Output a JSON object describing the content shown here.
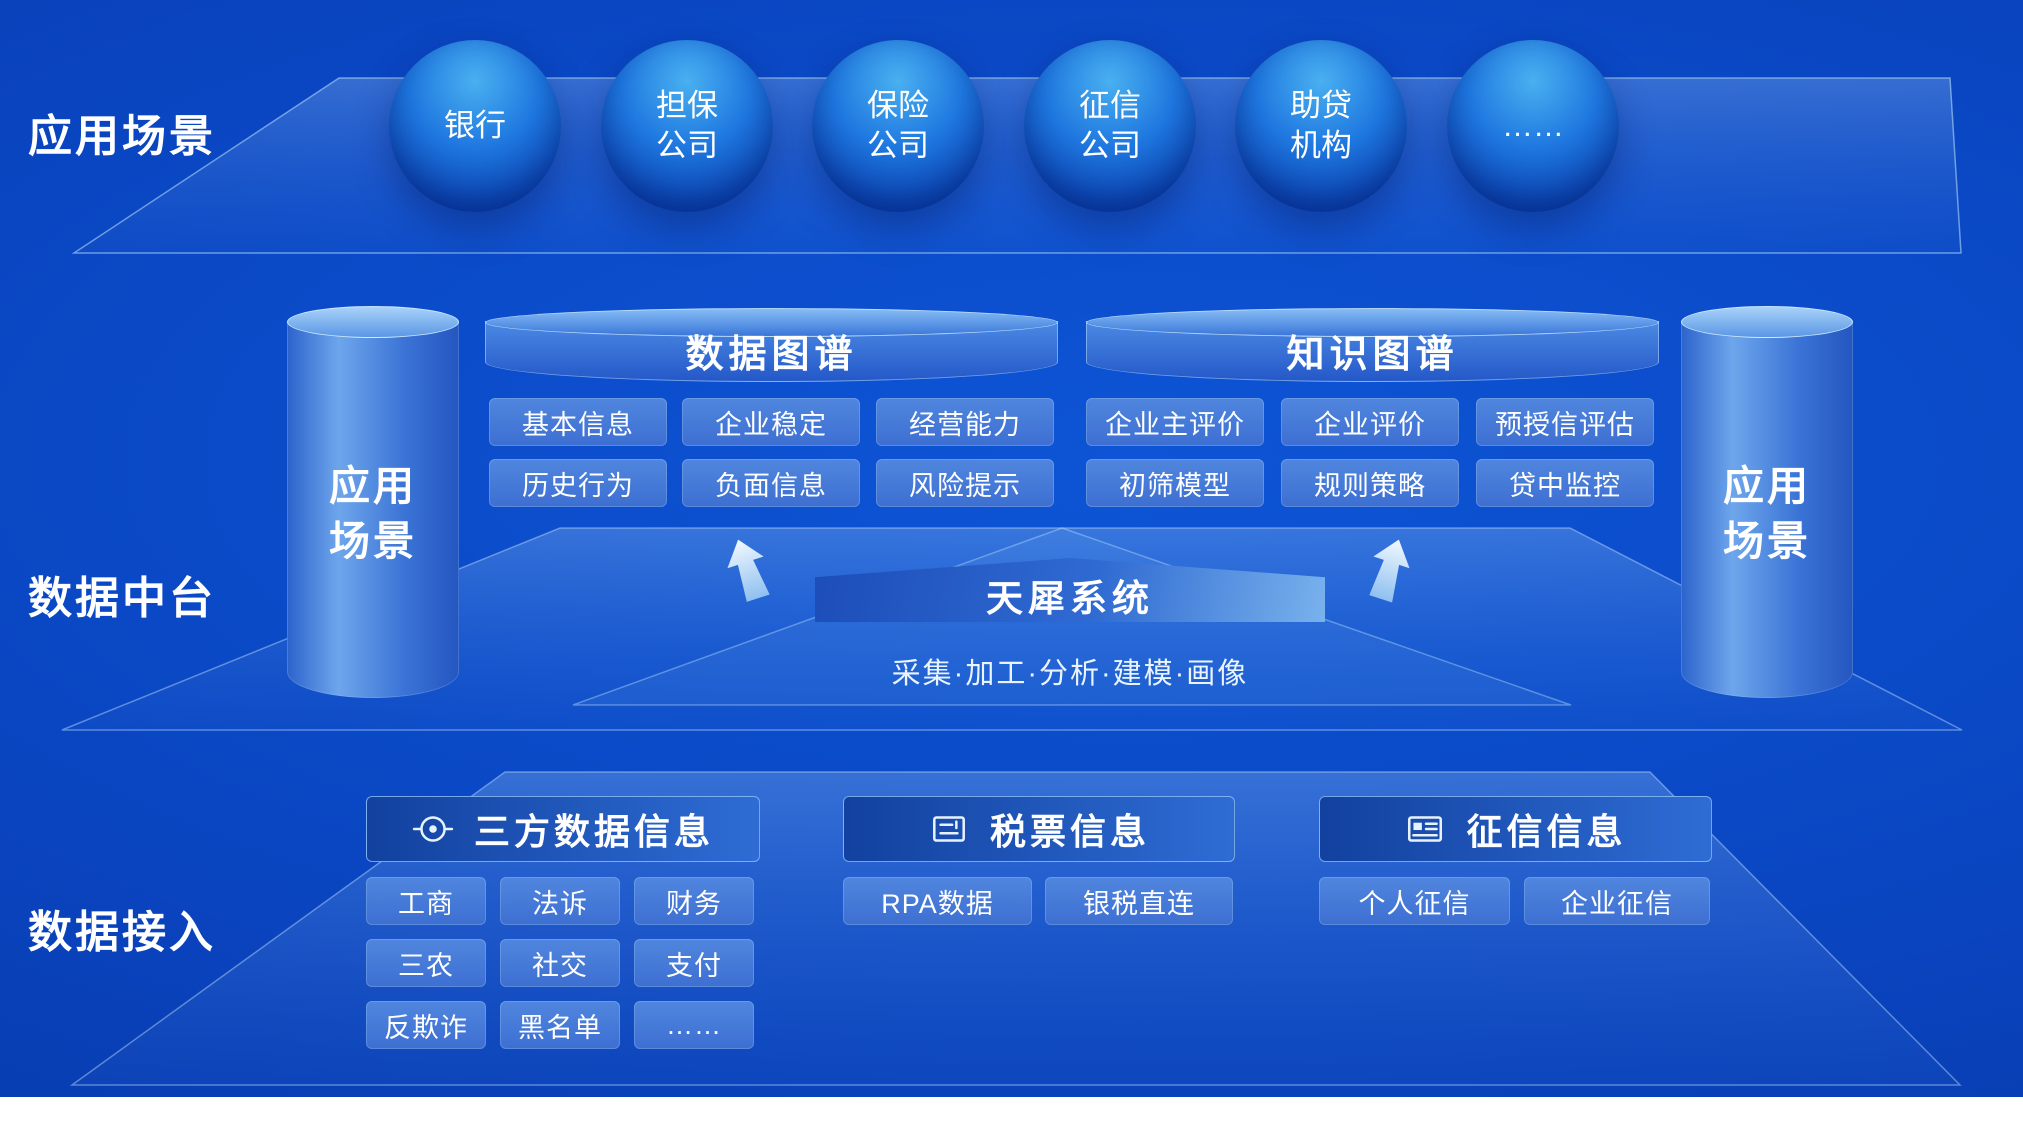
{
  "sections": {
    "app_label": "应用场景",
    "platform_label": "数据中台",
    "access_label": "数据接入"
  },
  "spheres": [
    {
      "line1": "银行"
    },
    {
      "line1": "担保",
      "line2": "公司"
    },
    {
      "line1": "保险",
      "line2": "公司"
    },
    {
      "line1": "征信",
      "line2": "公司"
    },
    {
      "line1": "助贷",
      "line2": "机构"
    },
    {
      "line1": "……"
    }
  ],
  "middle": {
    "left_cylinder": {
      "line1": "应用",
      "line2": "场景"
    },
    "right_cylinder": {
      "line1": "应用",
      "line2": "场景"
    },
    "data_graph": {
      "title": "数据图谱",
      "chips": [
        "基本信息",
        "企业稳定",
        "经营能力",
        "历史行为",
        "负面信息",
        "风险提示"
      ]
    },
    "knowledge_graph": {
      "title": "知识图谱",
      "chips": [
        "企业主评价",
        "企业评价",
        "预授信评估",
        "初筛模型",
        "规则策略",
        "贷中监控"
      ]
    },
    "core": {
      "title": "天犀系统",
      "subtitle": "采集·加工·分析·建模·画像"
    }
  },
  "bottom": {
    "groups": [
      {
        "title": "三方数据信息",
        "icon": "target-icon",
        "chips": [
          "工商",
          "法诉",
          "财务",
          "三农",
          "社交",
          "支付",
          "反欺诈",
          "黑名单",
          "……"
        ]
      },
      {
        "title": "税票信息",
        "icon": "invoice-icon",
        "chips": [
          "RPA数据",
          "银税直连"
        ]
      },
      {
        "title": "征信信息",
        "icon": "id-card-icon",
        "chips": [
          "个人征信",
          "企业征信"
        ]
      }
    ]
  },
  "colors": {
    "bg-core": "#0d55d6",
    "bg-mid": "#0a46c2",
    "bg-edge": "#0735a4",
    "sphere-hi": "#49b0f0",
    "sphere-mid": "#1f78e0",
    "sphere-deep": "#0a3fae",
    "chip-top": "#5086de",
    "chip-bottom": "#3d6fd2",
    "disc-face-top": "#4c8ae4",
    "disc-face-bottom": "#2458c8",
    "disc-lid-top": "#86bcf4",
    "disc-lid-bottom": "#3a76da",
    "banner-dark": "#1d4db8",
    "banner-mid": "#2f6ad2",
    "banner-light": "#79b2ec",
    "header-dark": "#12419f",
    "header-light": "#2e6cd4",
    "cyl-light": "#6ea6ec",
    "cyl-dark": "#2456c0",
    "edge-line": "#bfe0ff",
    "text": "#ffffff"
  }
}
